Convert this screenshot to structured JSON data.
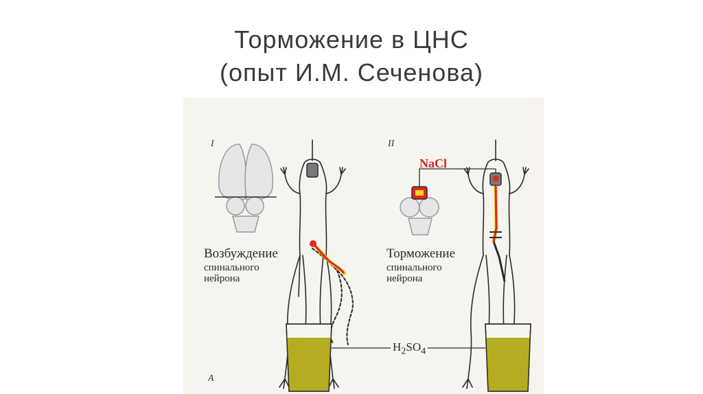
{
  "slide": {
    "title_line1": "Торможение в ЦНС",
    "title_line2": "(опыт И.М. Сеченова)"
  },
  "figure": {
    "panel1_label": "I",
    "panel2_label": "II",
    "corner_label": "A",
    "excitation_title": "Возбуждение",
    "excitation_line2": "спинального",
    "excitation_line3": "нейрона",
    "inhibition_title": "Торможение",
    "inhibition_line2": "спинального",
    "inhibition_line3": "нейрона",
    "salt_label": "NaCl",
    "acid_main": "H",
    "acid_sub1": "2",
    "acid_mid": "SO",
    "acid_sub2": "4"
  },
  "colors": {
    "acid_fill": "#b4ad22",
    "nerve_red": "#e0281e",
    "nerve_yellow": "#f2d21e",
    "outline": "#2b2b2b"
  }
}
